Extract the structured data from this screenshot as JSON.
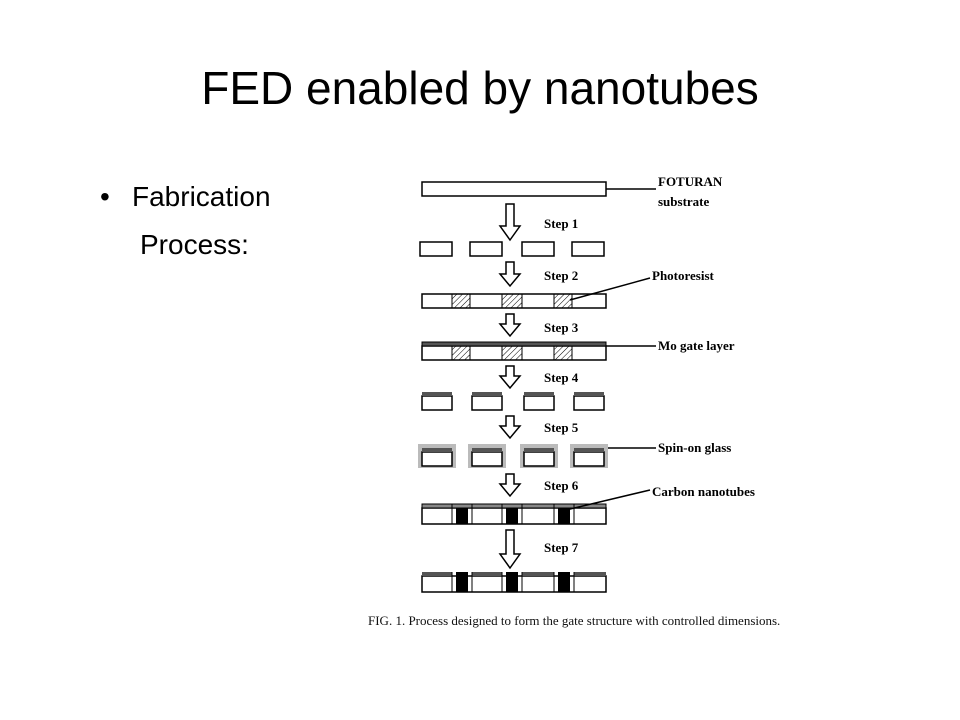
{
  "slide": {
    "title": "FED enabled by nanotubes",
    "bullet": {
      "marker": "•",
      "text": "Fabrication",
      "continuation": "Process:"
    }
  },
  "figure": {
    "steps": [
      "Step 1",
      "Step 2",
      "Step 3",
      "Step 4",
      "Step 5",
      "Step 6",
      "Step 7"
    ],
    "labels": {
      "substrate_line1": "FOTURAN",
      "substrate_line2": "substrate",
      "photoresist": "Photoresist",
      "mo_gate": "Mo gate layer",
      "spin_on_glass": "Spin-on glass",
      "carbon_nanotubes": "Carbon nanotubes"
    },
    "caption": "FIG. 1.  Process designed to form the gate structure with controlled dimensions."
  }
}
